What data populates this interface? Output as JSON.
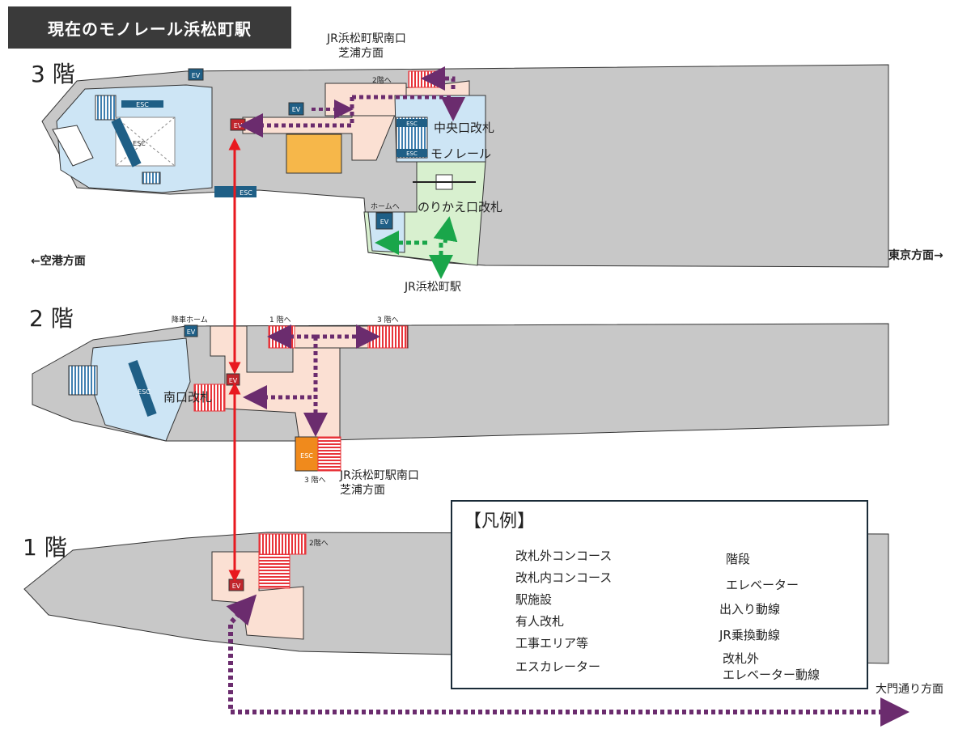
{
  "title": "現在のモノレール浜松町駅",
  "floors": {
    "f3": "3 階",
    "f2": "2 階",
    "f1": "1 階"
  },
  "directions": {
    "airport": "←空港方面",
    "tokyo": "東京方面→",
    "daimon": "大門通り方面",
    "jr_station": "JR浜松町駅",
    "jr_south_3f_line1": "JR浜松町駅南口",
    "jr_south_3f_line2": "芝浦方面",
    "jr_south_2f_line1": "JR浜松町駅南口",
    "jr_south_2f_line2": "芝浦方面"
  },
  "gates": {
    "central": "中央口改札",
    "monorail": "モノレール",
    "transfer": "のりかえ口改札",
    "south": "南口改札"
  },
  "small_labels": {
    "to_2f_3f": "2階へ",
    "to_home": "ホームへ",
    "alight_home": "降車ホーム",
    "to_1f": "1 階へ",
    "to_3f_2f": "3 階へ",
    "to_3f_esc": "3 階へ",
    "to_2f_1f": "2階へ",
    "ev": "EV",
    "esc": "ESC"
  },
  "legend": {
    "title": "【凡例】",
    "items": [
      {
        "label": "改札外コンコース",
        "color": "#fbe0d3"
      },
      {
        "label": "改札内コンコース",
        "color": "#cde5f5"
      },
      {
        "label": "駅施設",
        "color": "#f6b74a"
      },
      {
        "label": "有人改札",
        "color": "#ffffff"
      },
      {
        "label": "工事エリア等",
        "color": "#c8c8c8"
      },
      {
        "label": "エスカレーター",
        "color": "#f08a1c"
      },
      {
        "label": "階段",
        "color": "#e8343a"
      },
      {
        "label": "エレベーター",
        "color": "#c0262c"
      },
      {
        "label": "出入り動線",
        "color": "#6b2c6e"
      },
      {
        "label": "JR乗換動線",
        "color": "#1aa64a"
      },
      {
        "label": "改札外",
        "color": "#e8191f"
      },
      {
        "label": "エレベーター動線",
        "color": "#e8191f"
      }
    ]
  },
  "colors": {
    "construction": "#c8c8c8",
    "paid_concourse": "#cde5f5",
    "paid_green": "#d8f0cf",
    "unpaid_concourse": "#fbe0d3",
    "facility": "#f6b74a",
    "esc_blue": "#1f5f86",
    "route_purple": "#6b2c6e",
    "route_green": "#1aa64a",
    "route_red": "#e8191f"
  }
}
